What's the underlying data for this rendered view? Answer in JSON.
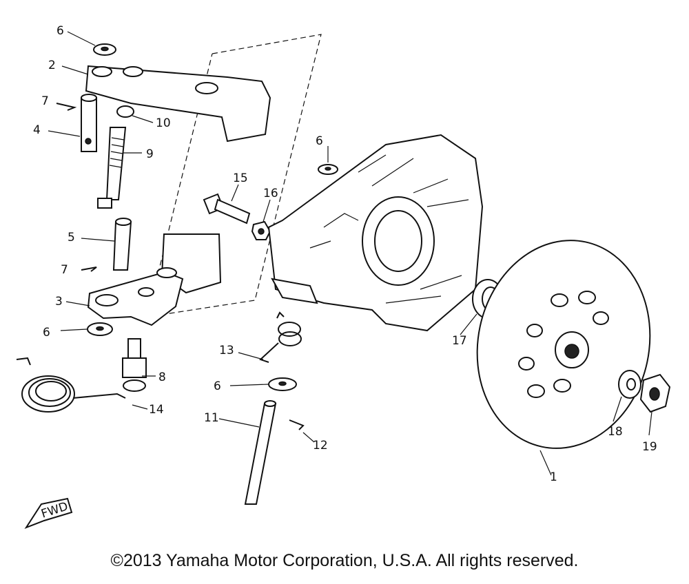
{
  "callouts": {
    "c1": "1",
    "c2": "2",
    "c3": "3",
    "c4": "4",
    "c5": "5",
    "c6a": "6",
    "c6b": "6",
    "c6c": "6",
    "c6d": "6",
    "c7a": "7",
    "c7b": "7",
    "c8": "8",
    "c9": "9",
    "c10": "10",
    "c11": "11",
    "c12": "12",
    "c13": "13",
    "c14": "14",
    "c15": "15",
    "c16": "16",
    "c17": "17",
    "c18": "18",
    "c19": "19"
  },
  "fwd_label": "FWD",
  "copyright": "©2013 Yamaha Motor Corporation, U.S.A. All rights reserved."
}
